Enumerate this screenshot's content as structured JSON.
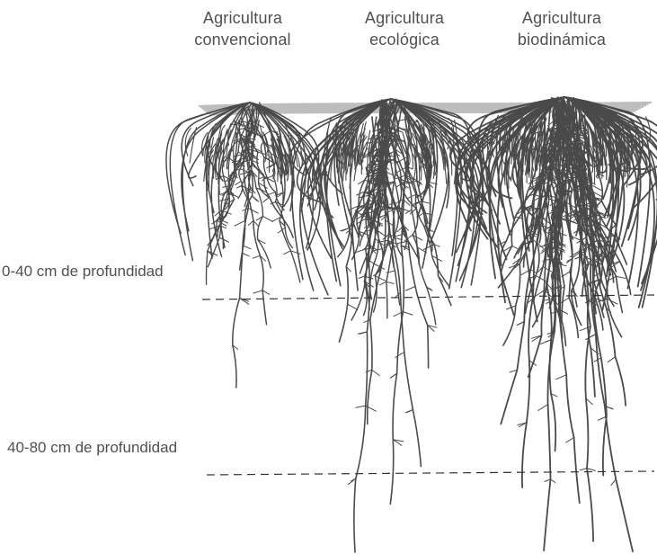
{
  "figure": {
    "columns": [
      {
        "id": "convencional",
        "title_line1": "Agricultura",
        "title_line2": "convencional"
      },
      {
        "id": "ecologica",
        "title_line1": "Agricultura",
        "title_line2": "ecológica"
      },
      {
        "id": "biodinamica",
        "title_line1": "Agricultura",
        "title_line2": "biodinámica"
      }
    ],
    "depths": [
      {
        "label": "0-40 cm de profundidad"
      },
      {
        "label": "40-80 cm de profundidad"
      }
    ],
    "colors": {
      "root": "#4a4a4a",
      "soil": "#bdbdbd",
      "dash": "#333333",
      "text": "#505050"
    }
  }
}
